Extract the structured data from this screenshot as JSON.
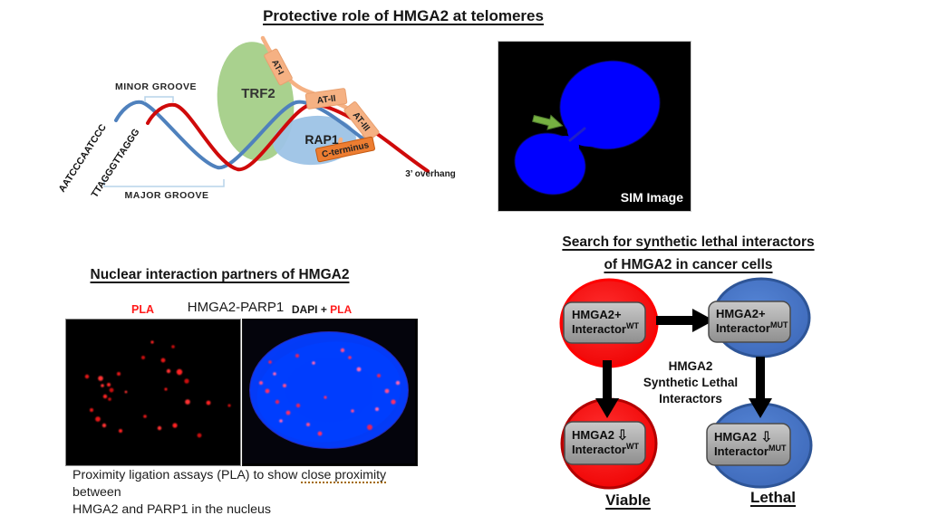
{
  "title": "Protective role of HMGA2 at telomeres",
  "telomere": {
    "minor_groove": "MINOR GROOVE",
    "major_groove": "MAJOR GROOVE",
    "seq_c_strand": "AATCCCAATCCC",
    "seq_g_strand": "TTAGGGTTAGGG",
    "trf2": "TRF2",
    "rap1": "RAP1",
    "at_i": "AT-I",
    "at_ii": "AT-II",
    "at_iii": "AT-III",
    "c_terminus": "C-terminus",
    "overhang": "3’ overhang",
    "colors": {
      "strand_red": "#cf0a0a",
      "strand_blue": "#4f81bd",
      "trf2_fill": "#a9d18e",
      "rap1_fill": "#9dc3e6",
      "at_hook_fill": "#f5b183",
      "c_terminus_fill": "#ed7d31"
    }
  },
  "sim": {
    "label": "SIM Image",
    "arrow_color": "#76b041"
  },
  "pla": {
    "heading": "Nuclear interaction partners of HMGA2",
    "channel_left": "PLA",
    "pair_label": "HMGA2-PARP1",
    "channel_right_black": "DAPI + ",
    "channel_right_red": "PLA",
    "caption_before": "Proximity ligation assays (PLA) to show ",
    "caption_marked": "close proximity",
    "caption_after": " between",
    "caption_line2": "HMGA2 and PARP1 in the nucleus"
  },
  "lethal_screen": {
    "heading_line1": "Search for synthetic lethal interactors",
    "heading_line2": "of HMGA2 in cancer cells",
    "center_line1": "HMGA2",
    "center_line2": "Synthetic Lethal",
    "center_line3": "Interactors",
    "nodes": [
      {
        "line1": "HMGA2+",
        "line2": "Interactor",
        "sup": "WT"
      },
      {
        "line1": "HMGA2+",
        "line2": "Interactor",
        "sup": "MUT"
      },
      {
        "line1": "HMGA2",
        "arrow": "⇩",
        "line2": "Interactor",
        "sup": "WT"
      },
      {
        "line1": "HMGA2",
        "arrow": "⇩",
        "line2": "Interactor",
        "sup": "MUT"
      }
    ],
    "outcome_viable": "Viable",
    "outcome_lethal": "Lethal",
    "colors": {
      "wild": "#ff0000",
      "mutant": "#4472c4"
    }
  }
}
